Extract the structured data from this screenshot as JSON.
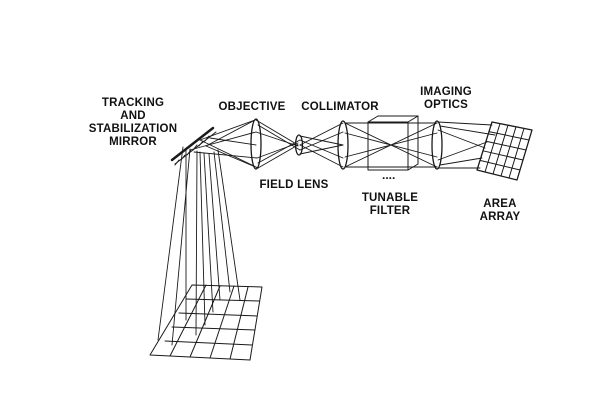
{
  "labels": {
    "tracking_mirror": "TRACKING\nAND\nSTABILIZATION\nMIRROR",
    "objective": "OBJECTIVE",
    "collimator": "COLLIMATOR",
    "imaging_optics": "IMAGING\nOPTICS",
    "field_lens": "FIELD LENS",
    "tunable_filter": "TUNABLE\nFILTER",
    "area_array": "AREA\nARRAY"
  },
  "filter_marker": "....",
  "colors": {
    "ink": "#1a1a1a",
    "background": "#ffffff"
  }
}
